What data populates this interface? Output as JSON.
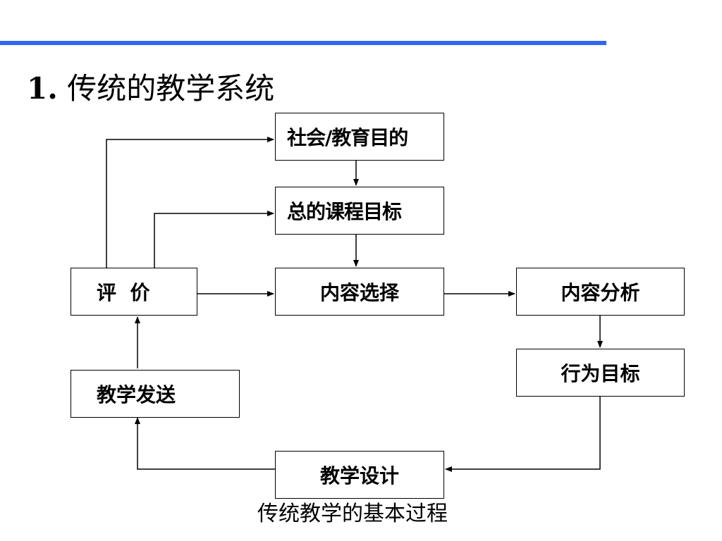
{
  "title": {
    "number": "1.",
    "text": "传统的教学系统"
  },
  "nodes": {
    "goals_social": "社会/教育目的",
    "curriculum_goals": "总的课程目标",
    "content_selection": "内容选择",
    "content_analysis": "内容分析",
    "behavior_goals": "行为目标",
    "evaluation": "评  价",
    "teaching_delivery": "教学发送",
    "teaching_design": "教学设计"
  },
  "caption": "传统教学的基本过程",
  "colors": {
    "accent_rule": "#3366ee",
    "line": "#000000"
  }
}
